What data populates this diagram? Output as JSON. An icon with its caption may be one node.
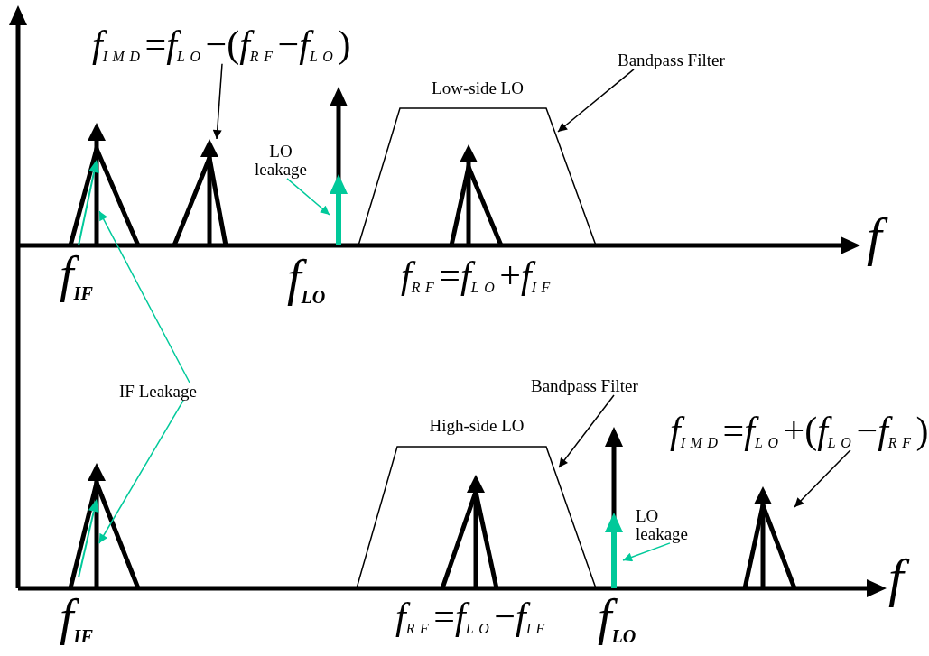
{
  "diagram": {
    "nodes": [
      {
        "text": [
          "*f*$_{IMD}$=*f*$_{LO}$−(*f*$_{RF}$−*f*$_{LO}$)"
        ]
      },
      {
        "text": [],
        "shape": "triangle"
      },
      {
        "text": [],
        "shape": "arrow",
        "in": 1
      },
      {
        "text": [],
        "shape": "triangle"
      },
      {
        "text": [
          "LO leakage"
        ]
      },
      {
        "text": [],
        "shape": "arrow"
      },
      {
        "text": [],
        "shape": "arrow",
        "in": 5
      },
      {
        "text": [
          "Bandpass Filter"
        ]
      },
      {
        "text": [
          "Low-side LO"
        ]
      },
      {
        "text": [],
        "shape": "triangle",
        "in": 8
      },
      {
        "text": [
          "IF Leakage"
        ]
      },
      {
        "text": [],
        "shape": "triangle"
      },
      {
        "text": [],
        "shape": "arrow",
        "in": 11
      },
      {
        "text": [
          "Bandpass Filter"
        ]
      },
      {
        "text": [
          "High-side LO"
        ]
      },
      {
        "text": [],
        "shape": "triangle",
        "in": 14
      },
      {
        "text": [],
        "shape": "arrow"
      },
      {
        "text": [],
        "shape": "arrow",
        "in": 16
      },
      {
        "text": [
          "LO leakage"
        ]
      },
      {
        "text": [
          "*f*$_{IMD}$=*f*$_{LO}$+(*f*$_{LO}$−*f*$_{RF}$)"
        ]
      },
      {
        "text": [],
        "shape": "triangle"
      }
    ],
    "edges": [
      {
        "from": 0,
        "to": 3,
        "arrow": "to"
      },
      {
        "from": 4,
        "to": 6,
        "arrow": "to",
        "color": "#00c99a"
      },
      {
        "from": 7,
        "to": 8,
        "arrow": "to"
      },
      {
        "from": 10,
        "to": 2,
        "arrow": "to",
        "color": "#00c99a"
      },
      {
        "from": 10,
        "to": 12,
        "arrow": "to",
        "color": "#00c99a"
      },
      {
        "from": 13,
        "to": 14,
        "arrow": "to"
      },
      {
        "from": 18,
        "to": 17,
        "arrow": "to",
        "color": "#00c99a"
      },
      {
        "from": 19,
        "to": 20,
        "arrow": "to"
      }
    ],
    "labels": [
      "f",
      "*f*$_{IF}$",
      "*f*$_{LO}$",
      "*f*$_{RF}$=*f*$_{LO}$+*f*$_{IF}$",
      "f",
      "*f*$_{IF}$",
      "*f*$_{RF}$=*f*$_{LO}$−*f*$_{IF}$",
      "*f*$_{LO}$"
    ]
  }
}
